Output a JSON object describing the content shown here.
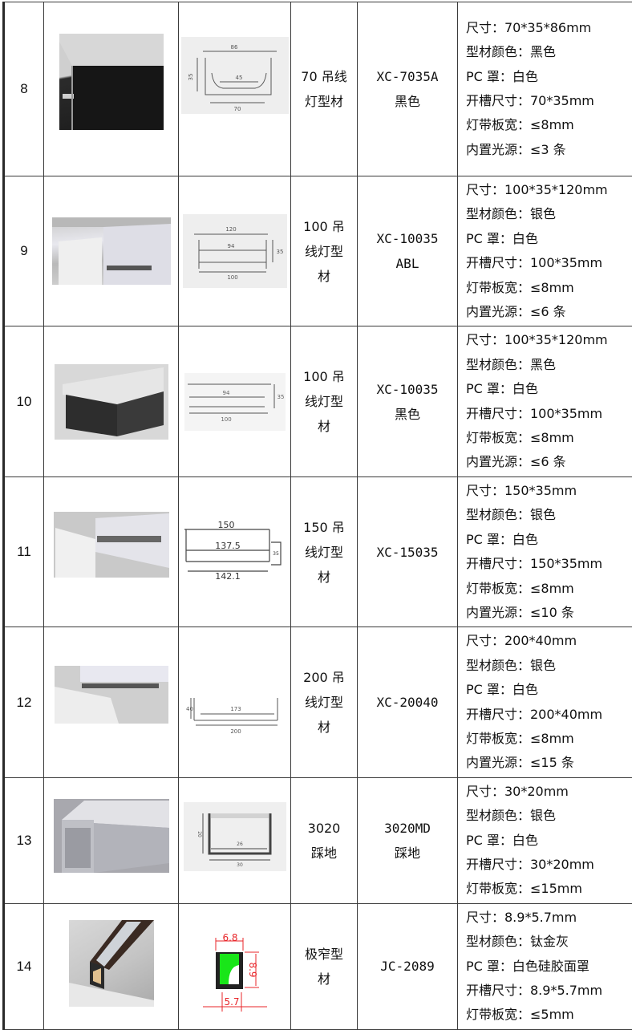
{
  "table": {
    "rows": [
      {
        "no": "8",
        "photo": "black-aluminum-profile-photo",
        "drawing": {
          "icon": "profile-cross-section-drawing",
          "dims": [
            "86",
            "35",
            "45",
            "70"
          ]
        },
        "name_lines": [
          "70 吊线",
          "灯型材"
        ],
        "model_lines": [
          "XC-7035A",
          "黑色"
        ],
        "specs": [
          "尺寸：70*35*86mm",
          "型材颜色：黑色",
          "PC 罩：白色",
          "开槽尺寸：70*35mm",
          "灯带板宽：≤8mm",
          "内置光源：≤3 条"
        ]
      },
      {
        "no": "9",
        "photo": "silver-aluminum-profile-photo",
        "drawing": {
          "icon": "profile-cross-section-drawing",
          "dims": [
            "120",
            "94",
            "35",
            "100"
          ]
        },
        "name_lines": [
          "100 吊",
          "线灯型",
          "材"
        ],
        "model_lines": [
          "XC-10035",
          "ABL"
        ],
        "specs": [
          "尺寸：100*35*120mm",
          "型材颜色：银色",
          "PC 罩：白色",
          "开槽尺寸：100*35mm",
          "灯带板宽：≤8mm",
          "内置光源：≤6 条"
        ]
      },
      {
        "no": "10",
        "photo": "black-aluminum-profile-photo",
        "drawing": {
          "icon": "profile-cross-section-drawing",
          "dims": [
            "94",
            "35",
            "100"
          ]
        },
        "name_lines": [
          "100 吊",
          "线灯型",
          "材"
        ],
        "model_lines": [
          "XC-10035",
          "黑色"
        ],
        "specs": [
          "尺寸：100*35*120mm",
          "型材颜色：黑色",
          "PC 罩：白色",
          "开槽尺寸：100*35mm",
          "灯带板宽：≤8mm",
          "内置光源：≤6 条"
        ]
      },
      {
        "no": "11",
        "photo": "silver-aluminum-profile-photo",
        "drawing": {
          "icon": "profile-cross-section-drawing",
          "dims": [
            "150",
            "137.5",
            "35",
            "142.1"
          ]
        },
        "name_lines": [
          "150 吊",
          "线灯型",
          "材"
        ],
        "model_lines": [
          "XC-15035"
        ],
        "specs": [
          "尺寸：150*35mm",
          "型材颜色：银色",
          "PC 罩：白色",
          "开槽尺寸：150*35mm",
          "灯带板宽：≤8mm",
          "内置光源：≤10 条"
        ]
      },
      {
        "no": "12",
        "photo": "silver-aluminum-profile-photo",
        "drawing": {
          "icon": "profile-cross-section-drawing",
          "dims": [
            "40",
            "173",
            "200"
          ]
        },
        "name_lines": [
          "200 吊",
          "线灯型",
          "材"
        ],
        "model_lines": [
          "XC-20040"
        ],
        "specs": [
          "尺寸：200*40mm",
          "型材颜色：银色",
          "PC 罩：白色",
          "开槽尺寸：200*40mm",
          "灯带板宽：≤8mm",
          "内置光源：≤15 条"
        ]
      },
      {
        "no": "13",
        "photo": "silver-aluminum-profile-photo",
        "drawing": {
          "icon": "profile-cross-section-drawing",
          "dims": [
            "20",
            "26",
            "30"
          ]
        },
        "name_lines": [
          "3020",
          "踩地"
        ],
        "model_lines": [
          "3020MD",
          "踩地"
        ],
        "specs": [
          "尺寸：30*20mm",
          "型材颜色：银色",
          "PC 罩：白色",
          "开槽尺寸：30*20mm",
          "灯带板宽：≤15mm"
        ]
      },
      {
        "no": "14",
        "photo": "narrow-profile-photo",
        "drawing": {
          "icon": "narrow-profile-cad-drawing",
          "dims": [
            "6.8",
            "8.9",
            "5.7"
          ]
        },
        "name_lines": [
          "极窄型",
          "材"
        ],
        "model_lines": [
          "JC-2089"
        ],
        "specs": [
          "尺寸：8.9*5.7mm",
          "型材颜色：钛金灰",
          "PC 罩：白色硅胶面罩",
          "开槽尺寸：8.9*5.7mm",
          "灯带板宽：≤5mm"
        ]
      }
    ]
  },
  "colors": {
    "border": "#3a3a3a",
    "drawing_bg": "#eeeeee",
    "cad_red": "#e8262a",
    "cad_green": "#19e619"
  }
}
